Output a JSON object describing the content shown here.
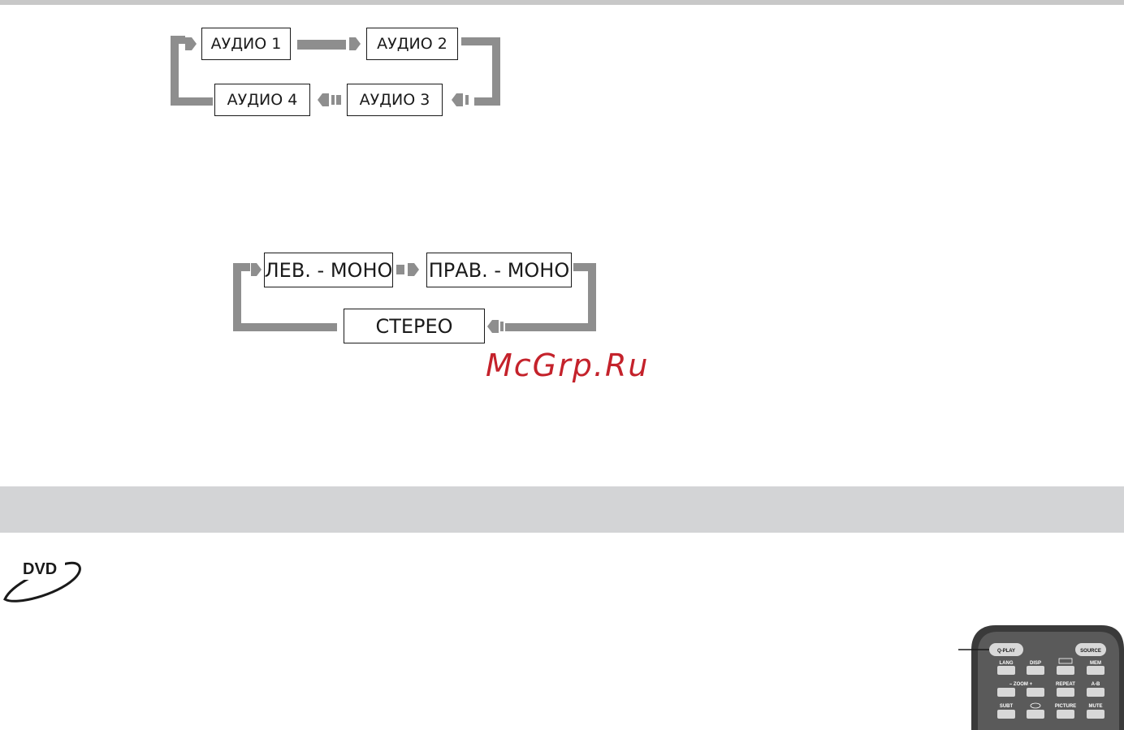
{
  "audio_cycle": {
    "items": [
      "АУДИО 1",
      "АУДИО 2",
      "АУДИО 3",
      "АУДИО 4"
    ]
  },
  "channel_cycle": {
    "items": [
      "ЛЕВ. - МОНО",
      "ПРАВ. - МОНО",
      "СТЕРЕО"
    ]
  },
  "watermark": "McGrp.Ru",
  "dvd_logo_text": "DVD",
  "remote": {
    "buttons": {
      "qplay": "Q-PLAY",
      "source": "SOURCE",
      "lang": "LANG",
      "disp": "DISP",
      "mem": "MEM",
      "zoom": "–   ZOOM   +",
      "repeat": "REPEAT",
      "ab": "A-B",
      "subt": "SUBT",
      "picture": "PICTURE",
      "mute": "MUTE"
    }
  },
  "colors": {
    "arrow": "#8e8e8e",
    "band": "#d3d4d6",
    "watermark": "#c0101a",
    "remote_body": "#3a3a3a"
  }
}
